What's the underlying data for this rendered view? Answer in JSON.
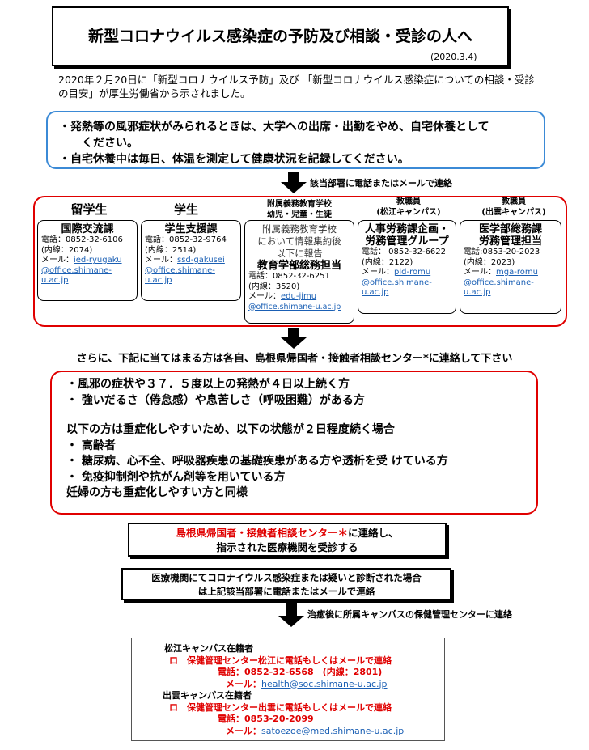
{
  "header": {
    "title": "新型コロナウイルス感染症の予防及び相談・受診の人へ",
    "date": "(2020.3.4)"
  },
  "intro": "2020年２月20日に「新型コロナウイルス予防」及び 「新型コロナウイルス感染症についての相談・受診の目安」が厚生労働省から示されました。",
  "notice": {
    "line1": "・発熱等の風邪症状がみられるときは、大学への出席・出勤をやめ、自宅休養として",
    "line1b": "ください。",
    "line2": "・自宅休養中は毎日、体温を測定して健康状況を記録してください。"
  },
  "step1_label": "該当部署に電話またはメールで連絡",
  "groups": {
    "intl_title": "留学生",
    "student_title": "学生",
    "school_line1": "附属義務教育学校",
    "school_line2": "幼児・児童・生徒",
    "staff_matsue_line1": "教職員",
    "staff_matsue_line2": "(松江キャンパス)",
    "staff_izumo_line1": "教職員",
    "staff_izumo_line2": "(出雲キャンパス)"
  },
  "depts": {
    "intl": {
      "name": "国際交流課",
      "tel": "電話：0852-32-6106",
      "ext": "(内線：2074)",
      "mail_label": "メール：",
      "mail1": "ied-ryugaku",
      "mail2": "@office.shimane-",
      "mail3": "u.ac.jp"
    },
    "student": {
      "name": "学生支援課",
      "tel": "電話：0852-32-9764",
      "ext": "(内線：2514)",
      "mail_label": "メール：",
      "mail1": "ssd-gakusei",
      "mail2": "@office.shimane-",
      "mail3": "u.ac.jp"
    },
    "school": {
      "note1": "附属義務教育学校",
      "note2": "において情報集約後",
      "note3": "以下に報告",
      "name": "教育学部総務担当",
      "tel": "電話：0852-32-6251",
      "ext": "(内線：3520)",
      "mail_label": "メール：",
      "mail1": "edu-jimu",
      "mail2": "@office.shimane-u.ac.jp"
    },
    "matsue": {
      "name1": "人事労務課企画・",
      "name2": "労務管理グループ",
      "tel": "電話： 0852-32-6622",
      "ext": "(内線：2122)",
      "mail_label": "メール：",
      "mail1": "pld-romu",
      "mail2": "@office.shimane-",
      "mail3": "u.ac.jp"
    },
    "izumo": {
      "name1": "医学部総務課",
      "name2": "労務管理担当",
      "tel": "電話:0853-20-2023",
      "ext": "(内線：2023)",
      "mail_label": "メール：",
      "mail1": "mga-romu",
      "mail2": "@office.shimane-",
      "mail3": "u.ac.jp"
    }
  },
  "conditions_intro": "さらに、下記に当てはまる方は各自、島根県帰国者・接触者相談センター*に連絡して下さい",
  "conditions": {
    "c1": "・風邪の症状や３７．５度以上の発熱が４日以上続く方",
    "c2": "・ 強いだるさ（倦怠感）や息苦しさ（呼吸困難）がある方",
    "severe_intro": "以下の方は重症化しやすいため、以下の状態が２日程度続く場合",
    "s1": "・ 高齢者",
    "s2": "・ 糖尿病、心不全、呼吸器疾患の基礎疾患がある方や透析を受 けている方",
    "s3": "・ 免疫抑制剤や抗がん剤等を用いている方",
    "s4": "妊婦の方も重症化しやすい方と同様"
  },
  "center": {
    "name": "島根県帰国者・接触者相談センター＊",
    "line1_suffix": "に連絡し、",
    "line2": "指示された医療機関を受診する"
  },
  "hospital": {
    "line1": "医療機関にてコロナイウルス感染症または疑いと診断された場合",
    "line2": "は上記該当部署に電話またはメールで連絡"
  },
  "step_recovery_label": "治癒後に所属キャンパスの保健管理センターに連絡",
  "health": {
    "matsue_title": "松江キャンパス在籍者",
    "matsue_contact": "ロ　保健管理センター松江に電話もしくはメールで連絡",
    "matsue_tel": "電話：0852-32-6568　(内線：2801)",
    "matsue_mail_label": "メール：",
    "matsue_mail": "health@soc.shimane-u.ac.jp",
    "izumo_title": "出雲キャンパス在籍者",
    "izumo_contact": "ロ　保健管理センター出雲に電話もしくはメールで連絡",
    "izumo_tel": "電話：0853-20-2099",
    "izumo_mail_label": "メール：",
    "izumo_mail": "satoezoe@med.shimane-u.ac.jp"
  }
}
